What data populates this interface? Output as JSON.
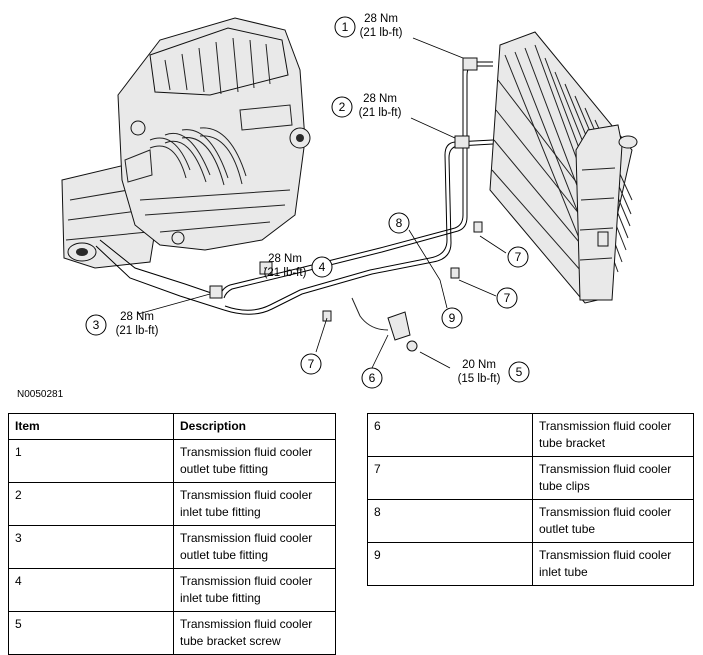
{
  "figure_id": "N0050281",
  "callouts": [
    {
      "num": "1",
      "torque_nm": "28 Nm",
      "torque_lbft": "(21 lb-ft)"
    },
    {
      "num": "2",
      "torque_nm": "28 Nm",
      "torque_lbft": "(21 lb-ft)"
    },
    {
      "num": "3",
      "torque_nm": "28 Nm",
      "torque_lbft": "(21 lb-ft)"
    },
    {
      "num": "4",
      "torque_nm": "28 Nm",
      "torque_lbft": "(21 lb-ft)"
    },
    {
      "num": "5",
      "torque_nm": "20 Nm",
      "torque_lbft": "(15 lb-ft)"
    },
    {
      "num": "6"
    },
    {
      "num": "7"
    },
    {
      "num": "8"
    },
    {
      "num": "9"
    }
  ],
  "table": {
    "header": {
      "item": "Item",
      "description": "Description"
    },
    "left_rows": [
      {
        "item": "1",
        "line1": "Transmission fluid cooler",
        "line2": "outlet tube fitting"
      },
      {
        "item": "2",
        "line1": "Transmission fluid cooler",
        "line2": "inlet tube fitting"
      },
      {
        "item": "3",
        "line1": "Transmission fluid cooler",
        "line2": "outlet tube fitting"
      },
      {
        "item": "4",
        "line1": "Transmission fluid cooler",
        "line2": "inlet tube fitting"
      },
      {
        "item": "5",
        "line1": "Transmission fluid cooler",
        "line2": "tube bracket screw"
      }
    ],
    "right_rows": [
      {
        "item": "6",
        "line1": "Transmission fluid cooler",
        "line2": "tube bracket"
      },
      {
        "item": "7",
        "line1": "Transmission fluid cooler",
        "line2": "tube clips"
      },
      {
        "item": "8",
        "line1": "Transmission fluid cooler",
        "line2": "outlet tube"
      },
      {
        "item": "9",
        "line1": "Transmission fluid cooler",
        "line2": "inlet tube"
      }
    ]
  }
}
